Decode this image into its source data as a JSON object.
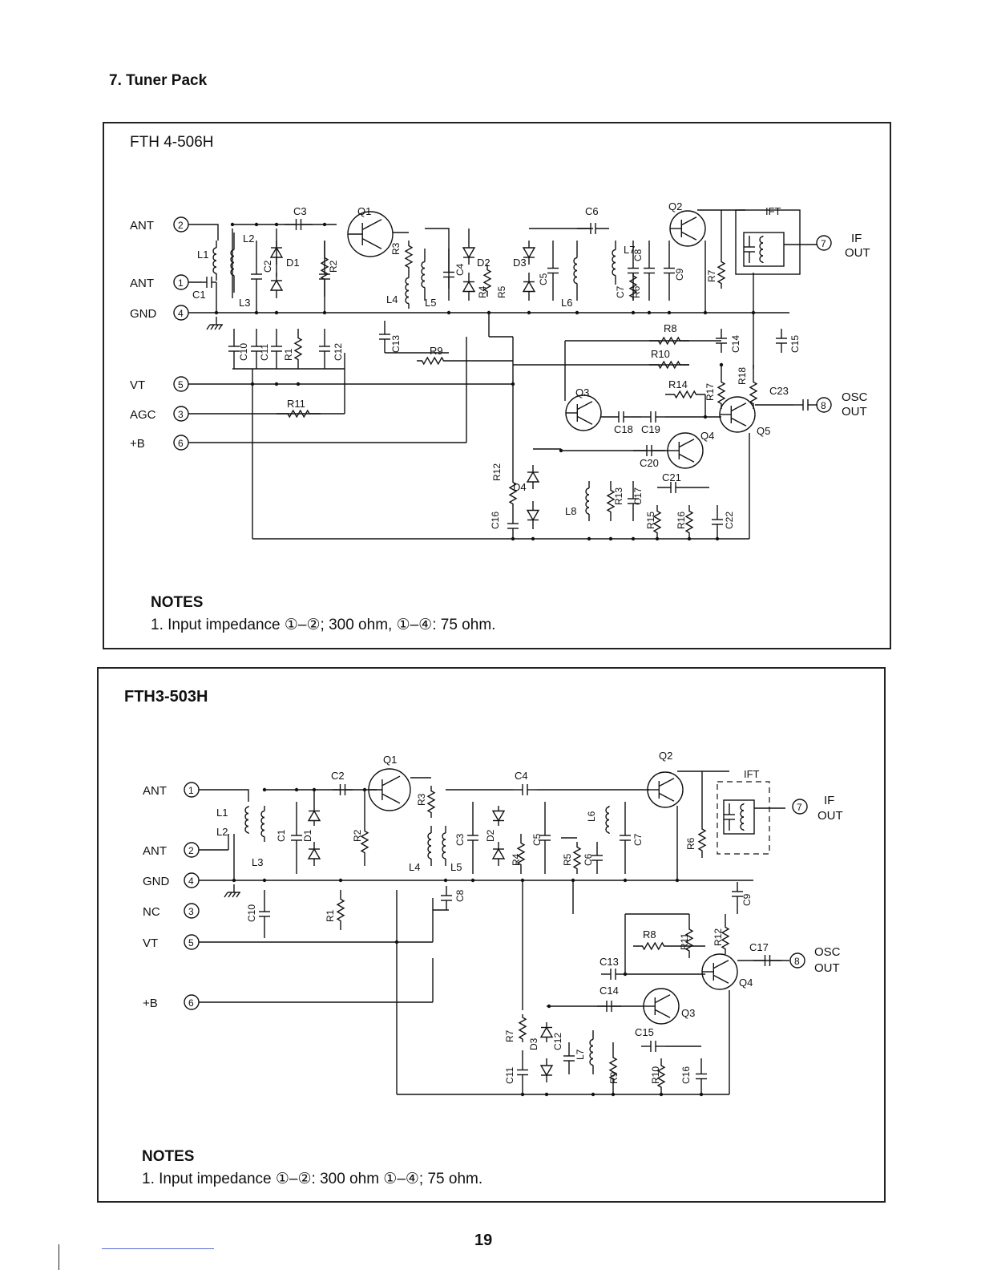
{
  "section_title": "7. Tuner Pack",
  "page_number": "19",
  "tuner1": {
    "model": "FTH 4-506H",
    "notes_heading": "NOTES",
    "note_1": "1. Input impedance ①–②; 300 ohm, ①–④: 75 ohm.",
    "terminals": [
      {
        "num": "2",
        "label": "ANT"
      },
      {
        "num": "1",
        "label": "ANT"
      },
      {
        "num": "4",
        "label": "GND"
      },
      {
        "num": "5",
        "label": "VT"
      },
      {
        "num": "3",
        "label": "AGC"
      },
      {
        "num": "6",
        "label": "+B"
      }
    ],
    "outputs": [
      {
        "num": "7",
        "label": [
          "IF",
          "OUT"
        ]
      },
      {
        "num": "8",
        "label": [
          "OSC",
          "OUT"
        ]
      }
    ],
    "components": {
      "transistors": [
        "Q1",
        "Q2",
        "Q3",
        "Q4",
        "Q5"
      ],
      "inductors": [
        "L1",
        "L2",
        "L3",
        "L4",
        "L5",
        "L6",
        "L7",
        "L8"
      ],
      "capacitors": [
        "C1",
        "C2",
        "C3",
        "C4",
        "C5",
        "C6",
        "C7",
        "C8",
        "C9",
        "C10",
        "C11",
        "C12",
        "C13",
        "C14",
        "C15",
        "C16",
        "C17",
        "C18",
        "C19",
        "C20",
        "C21",
        "C22",
        "C23"
      ],
      "resistors": [
        "R1",
        "R2",
        "R3",
        "R4",
        "R5",
        "R6",
        "R7",
        "R8",
        "R9",
        "R10",
        "R11",
        "R12",
        "R13",
        "R14",
        "R15",
        "R16",
        "R17",
        "R18"
      ],
      "diodes": [
        "D1",
        "D2",
        "D3",
        "D4"
      ],
      "transformer": "IFT"
    }
  },
  "tuner2": {
    "model": "FTH3-503H",
    "notes_heading": "NOTES",
    "note_1": "1. Input impedance ①–②: 300 ohm ①–④; 75 ohm.",
    "terminals": [
      {
        "num": "1",
        "label": "ANT"
      },
      {
        "num": "2",
        "label": "ANT"
      },
      {
        "num": "4",
        "label": "GND"
      },
      {
        "num": "3",
        "label": "NC"
      },
      {
        "num": "5",
        "label": "VT"
      },
      {
        "num": "6",
        "label": "+B"
      }
    ],
    "outputs": [
      {
        "num": "7",
        "label": [
          "IF",
          "OUT"
        ]
      },
      {
        "num": "8",
        "label": [
          "OSC",
          "OUT"
        ]
      }
    ],
    "components": {
      "transistors": [
        "Q1",
        "Q2",
        "Q3",
        "Q4"
      ],
      "inductors": [
        "L1",
        "L2",
        "L3",
        "L4",
        "L5",
        "L6",
        "L7"
      ],
      "capacitors": [
        "C1",
        "C2",
        "C3",
        "C4",
        "C5",
        "C6",
        "C7",
        "C8",
        "C9",
        "C10",
        "C11",
        "C12",
        "C13",
        "C14",
        "C15",
        "C16",
        "C17"
      ],
      "resistors": [
        "R1",
        "R2",
        "R3",
        "R4",
        "R5",
        "R6",
        "R7",
        "R8",
        "R9",
        "R10",
        "R11",
        "R12"
      ],
      "diodes": [
        "D1",
        "D2",
        "D3"
      ],
      "transformer": "IFT"
    }
  }
}
